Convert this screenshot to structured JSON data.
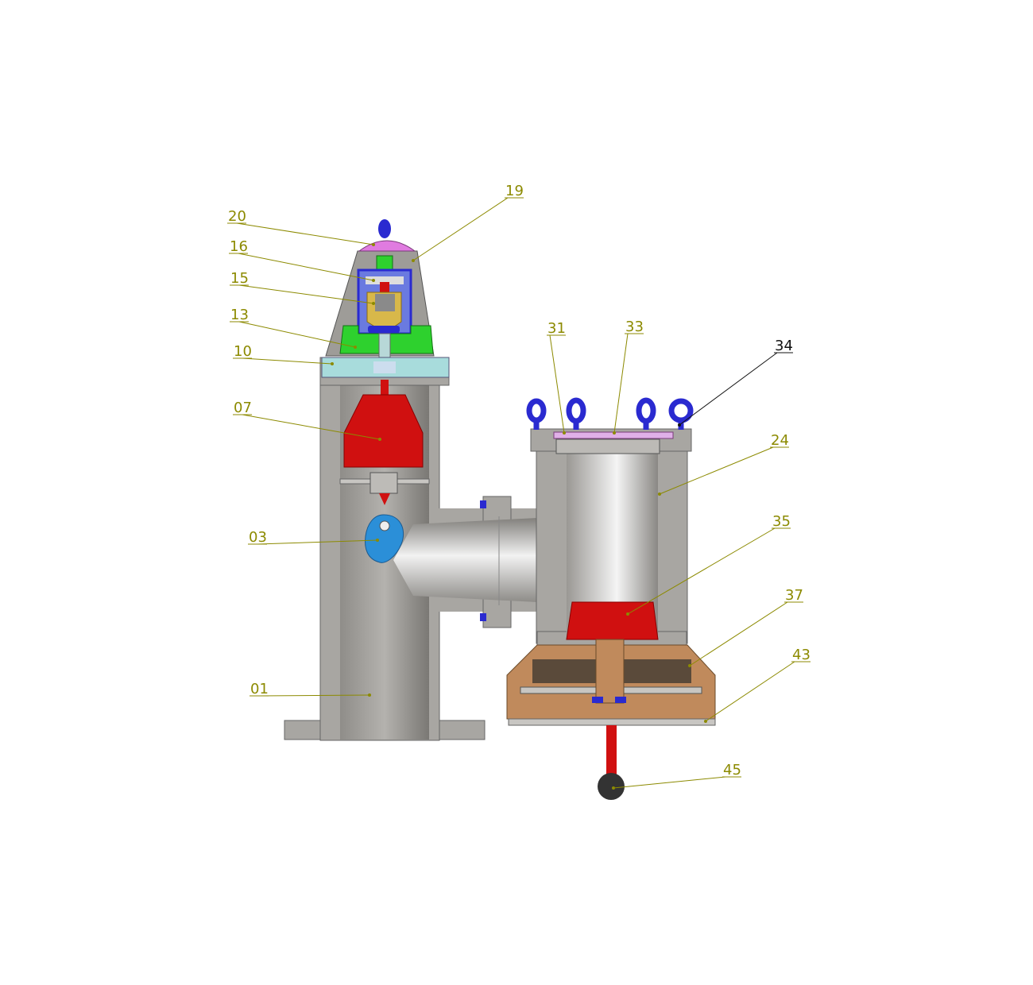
{
  "diagram": {
    "type": "valve cross-section",
    "colors": {
      "label": "#8c8a00",
      "label_special": "#111111",
      "body": "#a8a6a2",
      "red": "#d01010",
      "blue": "#2a2ad0",
      "green": "#2ed12e",
      "pink": "#e07be0",
      "cyan": "#a8dcdc",
      "bronze": "#c08a5c",
      "ball": "#333333"
    },
    "labels": [
      {
        "id": "20"
      },
      {
        "id": "16"
      },
      {
        "id": "15"
      },
      {
        "id": "13"
      },
      {
        "id": "10"
      },
      {
        "id": "07"
      },
      {
        "id": "03"
      },
      {
        "id": "01"
      },
      {
        "id": "19"
      },
      {
        "id": "31"
      },
      {
        "id": "33"
      },
      {
        "id": "34"
      },
      {
        "id": "24"
      },
      {
        "id": "35"
      },
      {
        "id": "37"
      },
      {
        "id": "43"
      },
      {
        "id": "45"
      }
    ]
  }
}
